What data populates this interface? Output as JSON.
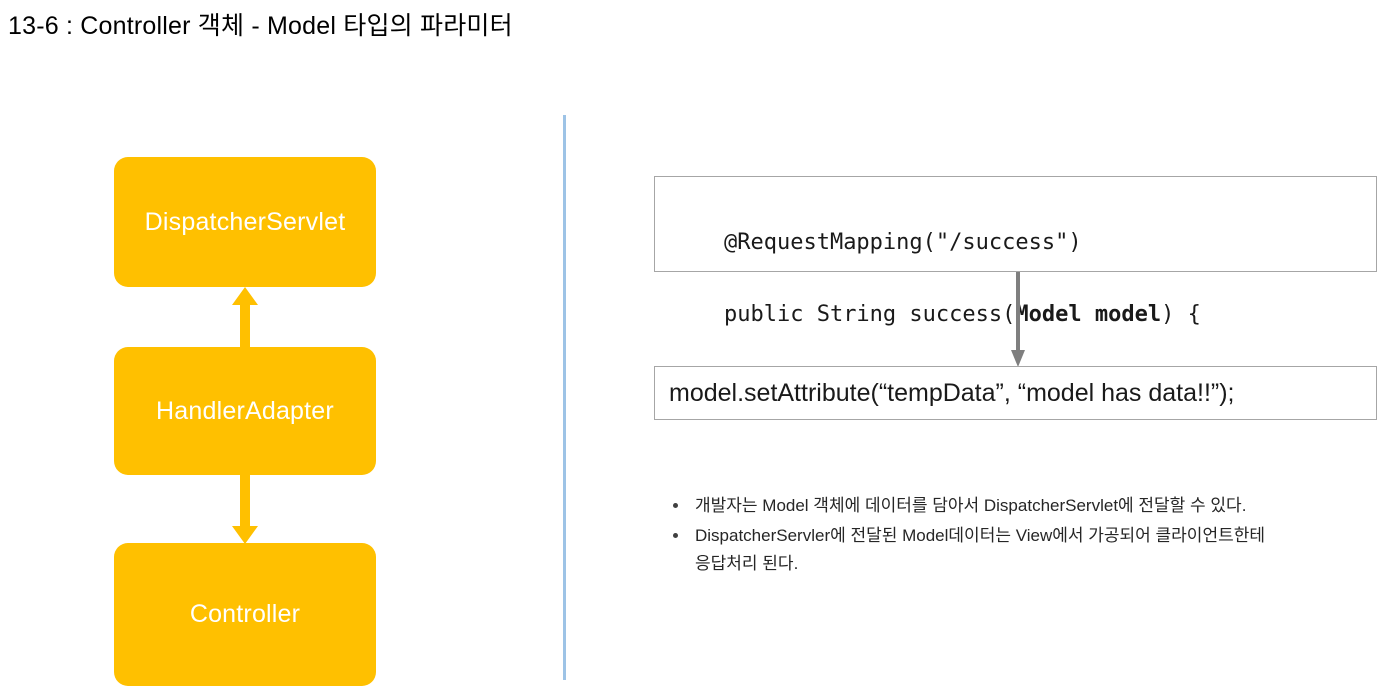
{
  "slide": {
    "title": "13-6 : Controller 객체  -  Model 타입의 파라미터",
    "accent_color": "#ffc000",
    "divider_color": "#9dc3e6",
    "box_text_color": "#ffffff"
  },
  "flow": {
    "boxes": [
      {
        "label": "DispatcherServlet"
      },
      {
        "label": "HandlerAdapter"
      },
      {
        "label": "Controller"
      }
    ],
    "arrows": [
      {
        "name": "arrow-handleradapter-to-dispatcherservlet",
        "direction": "up"
      },
      {
        "name": "arrow-handleradapter-to-controller",
        "direction": "down"
      }
    ]
  },
  "code": {
    "box1": {
      "line1": "@RequestMapping(\"/success\")",
      "line2_prefix": "public String success(",
      "line2_bold": "Model model",
      "line2_suffix": ") {"
    },
    "connector": {
      "name": "down-arrow-icon",
      "direction": "down",
      "color": "#7f7f7f"
    },
    "box2": {
      "line1": "model.setAttribute(“tempData”, “model has data!!”);"
    }
  },
  "notes": {
    "bullets": [
      {
        "line1": "개발자는 Model 객체에 데이터를 담아서 DispatcherServlet에 전달할 수 있다.",
        "line2": ""
      },
      {
        "line1": "DispatcherServler에 전달된 Model데이터는 View에서 가공되어 클라이언트한테",
        "line2": "응답처리 된다."
      }
    ]
  }
}
